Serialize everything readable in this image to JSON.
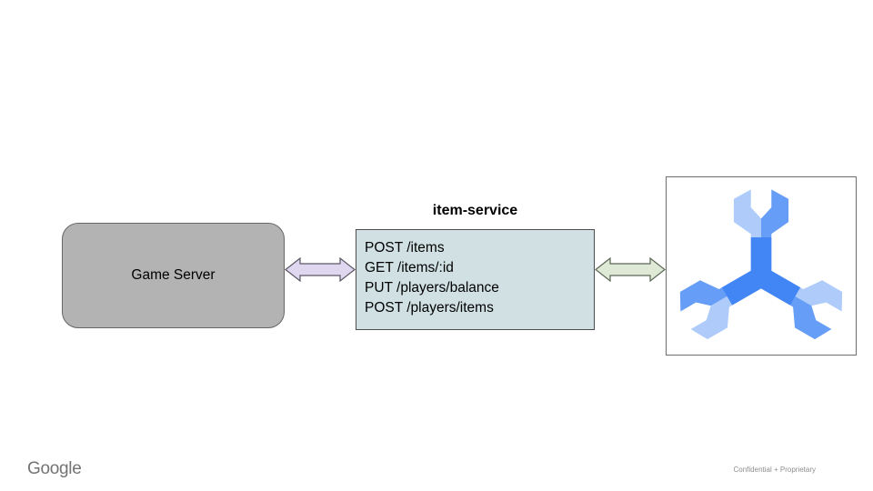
{
  "slide": {
    "footer_brand": "Google",
    "footer_note": "Confidential + Proprietary",
    "background_color": "#ffffff"
  },
  "diagram": {
    "game_server": {
      "label": "Game Server",
      "fill": "#b3b3b3",
      "border_color": "#666666"
    },
    "item_service": {
      "title": "item-service",
      "endpoints": [
        "POST /items",
        "GET /items/:id",
        "PUT /players/balance",
        "POST /players/items"
      ],
      "fill": "#d0e0e3",
      "border_color": "#4d4d4d"
    },
    "arrow_game_to_service": {
      "type": "double-headed-arrow",
      "fill": "#ded7ef",
      "stroke": "#5b5663"
    },
    "arrow_service_to_spanner": {
      "type": "double-headed-arrow",
      "fill": "#dfead6",
      "stroke": "#5c6657"
    },
    "spanner_icon": {
      "label": "cloud-spanner-icon",
      "color_light": "#aecbfa",
      "color_medium": "#669df6",
      "color_dark": "#4285f4",
      "frame_border": "#6e6e6e"
    }
  }
}
